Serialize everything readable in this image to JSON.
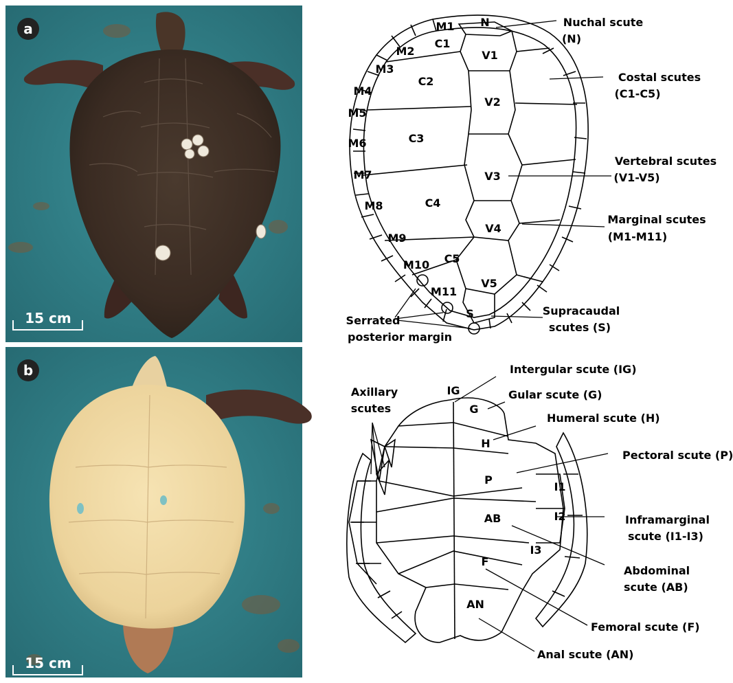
{
  "panels": {
    "a": {
      "badge": "a",
      "scale_bar": "15 cm",
      "labels": {
        "nuchal_code": "N",
        "costal_codes": [
          "C1",
          "C2",
          "C3",
          "C4",
          "C5"
        ],
        "vertebral_codes": [
          "V1",
          "V2",
          "V3",
          "V4",
          "V5"
        ],
        "marginal_codes": [
          "M1",
          "M2",
          "M3",
          "M4",
          "M5",
          "M6",
          "M7",
          "M8",
          "M9",
          "M10",
          "M11"
        ],
        "supracaudal_code": "S"
      },
      "callouts": {
        "nuchal": [
          "Nuchal scute",
          "(N)"
        ],
        "costal": [
          "Costal scutes",
          "(C1-C5)"
        ],
        "vertebral": [
          "Vertebral scutes",
          "(V1-V5)"
        ],
        "marginal": [
          "Marginal scutes",
          "(M1-M11)"
        ],
        "supracaudal": [
          "Supracaudal",
          "scutes (S)"
        ],
        "serrated": [
          "Serrated",
          "posterior margin"
        ]
      }
    },
    "b": {
      "badge": "b",
      "scale_bar": "15 cm",
      "labels": {
        "intergular_code": "IG",
        "gular_code": "G",
        "humeral_code": "H",
        "pectoral_code": "P",
        "abdominal_code": "AB",
        "femoral_code": "F",
        "anal_code": "AN",
        "inframarginal_codes": [
          "I1",
          "I2",
          "I3"
        ]
      },
      "callouts": {
        "axillary": [
          "Axillary",
          "scutes"
        ],
        "intergular": [
          "Intergular scute (IG)"
        ],
        "gular": [
          "Gular scute (G)"
        ],
        "humeral": [
          "Humeral scute (H)"
        ],
        "pectoral": [
          "Pectoral scute (P)"
        ],
        "inframarginal": [
          "Inframarginal",
          "scute (I1-I3)"
        ],
        "abdominal": [
          "Abdominal",
          "scute (AB)"
        ],
        "femoral": [
          "Femoral scute (F)"
        ],
        "anal": [
          "Anal scute (AN)"
        ]
      }
    }
  },
  "colors": {
    "pool_water": "#2f7e86",
    "carapace": "#3b2c22",
    "plastron": "#efd9a4",
    "barnacle": "#efe9dc",
    "line": "#000000"
  }
}
